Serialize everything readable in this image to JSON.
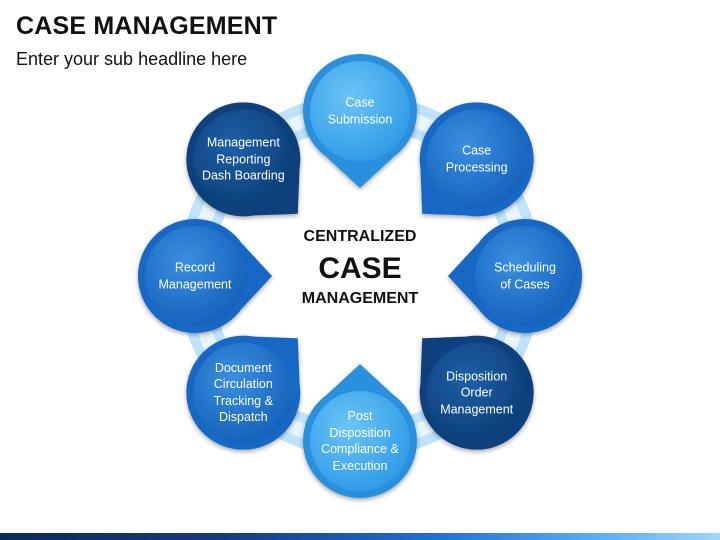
{
  "header": {
    "title": "CASE MANAGEMENT",
    "subtitle": "Enter your sub headline here"
  },
  "center": {
    "line1": "CENTRALIZED",
    "line2": "CASE",
    "line3": "MANAGEMENT"
  },
  "colors": {
    "light": "#4fb0ef",
    "mid": "#1f78d1",
    "dark": "#124f8f",
    "arc": "#bfe3fb"
  },
  "nodes": [
    {
      "id": "case-submission",
      "lines": [
        "Case",
        "Submission"
      ],
      "tone": "light"
    },
    {
      "id": "case-processing",
      "lines": [
        "Case",
        "Processing"
      ],
      "tone": "mid"
    },
    {
      "id": "scheduling-of-cases",
      "lines": [
        "Scheduling",
        "of Cases"
      ],
      "tone": "mid"
    },
    {
      "id": "disposition-order-management",
      "lines": [
        "Disposition",
        "Order",
        "Management"
      ],
      "tone": "dark"
    },
    {
      "id": "post-disposition-compliance-execution",
      "lines": [
        "Post",
        "Disposition",
        "Compliance &",
        "Execution"
      ],
      "tone": "light"
    },
    {
      "id": "document-circulation-tracking-dispatch",
      "lines": [
        "Document",
        "Circulation",
        "Tracking &",
        "Dispatch"
      ],
      "tone": "mid"
    },
    {
      "id": "record-management",
      "lines": [
        "Record",
        "Management"
      ],
      "tone": "mid"
    },
    {
      "id": "management-reporting-dash-boarding",
      "lines": [
        "Management",
        "Reporting",
        "Dash Boarding"
      ],
      "tone": "dark"
    }
  ]
}
